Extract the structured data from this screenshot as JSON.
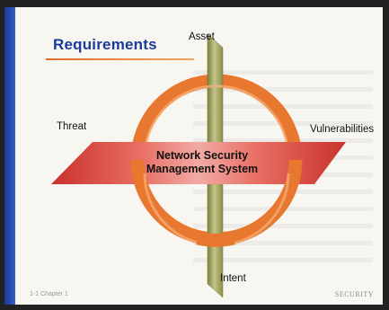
{
  "slide": {
    "heading": "Requirements",
    "center_label_line1": "Network Security",
    "center_label_line2": "Management System",
    "labels": {
      "top": "Asset",
      "left": "Threat",
      "right": "Vulnerabilities",
      "bottom": "Intent"
    },
    "footer_left": "1-1  Chapter 1",
    "footer_right": "SECURITY"
  },
  "colors": {
    "accent_blue": "#1d3b9c",
    "ring_orange": "#ee7a35",
    "plane_red": "#d9463e",
    "pillar_olive": "#a7a861"
  }
}
